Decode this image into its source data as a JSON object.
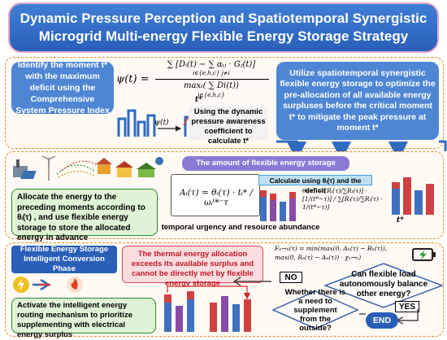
{
  "title": {
    "line1": "Dynamic Pressure Perception and Spatiotemporal Synergistic",
    "line2": "Microgrid Multi-energy Flexible Energy Storage Strategy"
  },
  "step1": {
    "text": "Identify the moment t* with the maximum deficit using the Comprehensive System Pressure Index"
  },
  "formula_psi": {
    "lhs": "ψ(t) =",
    "numerator": "∑ [Dᵢ(t) − ∑ αᵢⱼ · Gⱼ(t)]",
    "numerator_sub": "i∈{e,h,c}        j≠i",
    "denominator": "maxₜ( ∑ Di(t))",
    "denominator_sub": "i∈{e,h,c}"
  },
  "psi_curve_label": "ψ(t)",
  "tstar_mark": "t*",
  "step1b": {
    "text": "Using the dynamic pressure awareness coefficient to calculate t*"
  },
  "step2": {
    "text": "Utilize spatiotemporal synergistic flexible energy storage to optimize the pre-allocation of all available energy surpluses before the critical moment t* to mitigate the peak pressure at moment t*"
  },
  "hourly_banner": "The amount of flexible energy storage allocated to each hour",
  "calc_label": "Calculate using θᵢ(τ) and the deficit",
  "formula_A": "Aᵢ(τ) = θᵢ(τ) · tᵢ* / ωᵢᵗ*⁻τ",
  "formula_theta": "θᵢ(τ) = [Rᵢ(τ)/∑Rᵢ(τ)] · [1/(t*−τ)] / ∑[Rᵢ(τ)/∑Rᵢ(τ) · 1/(t*−τ)]",
  "step3": {
    "text": "Allocate the energy to the preceding moments according to θᵢ(τ) , and use flexible energy storage to store the allocated energy in advance"
  },
  "urgency_label": "temporal urgency and resource abundance",
  "phase_box": "Flexible Energy Storage Intelligent Conversion Phase",
  "thermal_box": "The thermal energy allocation exceeds its available surplus and cannot be directly met by flexible energy storage",
  "routing_box": "Activate the intelligent energy routing mechanism to prioritize supplementing with electrical energy surplus",
  "formula_F": {
    "line1": "Fₑ→ₕ(τ) = min(max(0, Aₕ(τ) − Rₕ(τ)),",
    "line2": "max(0, Rₑ(τ) − Aₑ(τ)) · χₑ→ₕ)"
  },
  "decision1": "Can flexible load autonomously balance other energy?",
  "decision2": "Whether there is a need to supplement from the outside?",
  "no_label": "NO",
  "yes_label": "YES",
  "end_label": "END",
  "colors": {
    "title_blue": "#3f7fd6",
    "step_blue": "#4e86d4",
    "panel_orange": "#e88a2a",
    "arrow_red": "#d42a2a",
    "arrow_blue": "#2f6cc0",
    "bar_red": "#d04040",
    "bar_blue": "#4070c0",
    "bar_purple": "#8a4aa8",
    "green_box": "#dff3d6"
  }
}
